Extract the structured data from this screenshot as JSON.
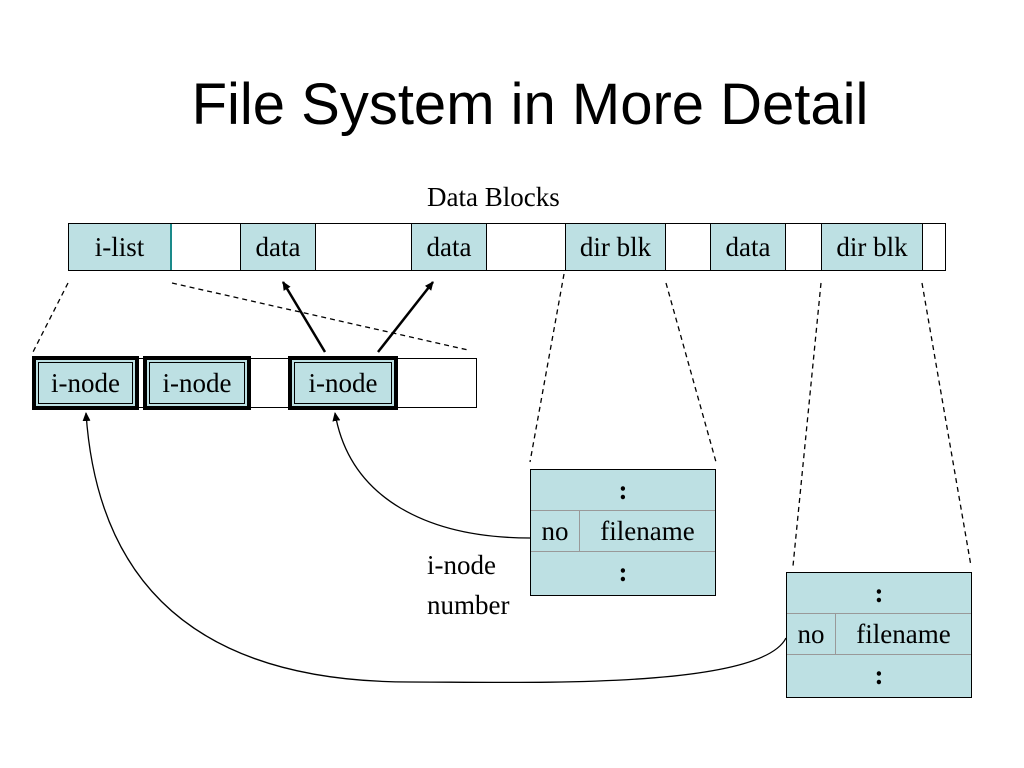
{
  "title": "File System in More Detail",
  "data_blocks_label": "Data Blocks",
  "blocks": [
    {
      "label": "i-list"
    },
    {
      "label": "data"
    },
    {
      "label": "data"
    },
    {
      "label": "dir blk"
    },
    {
      "label": "data"
    },
    {
      "label": "dir blk"
    }
  ],
  "inodes": [
    {
      "label": "i-node"
    },
    {
      "label": "i-node"
    },
    {
      "label": "i-node"
    }
  ],
  "dir_entries": [
    {
      "top_marker": ":",
      "no": "no",
      "filename": "filename",
      "bottom_marker": ":"
    },
    {
      "top_marker": ":",
      "no": "no",
      "filename": "filename",
      "bottom_marker": ":"
    }
  ],
  "inode_number_label": {
    "line1": "i-node",
    "line2": "number"
  },
  "colors": {
    "cell_fill": "#bde0e3",
    "stroke": "#000000"
  }
}
